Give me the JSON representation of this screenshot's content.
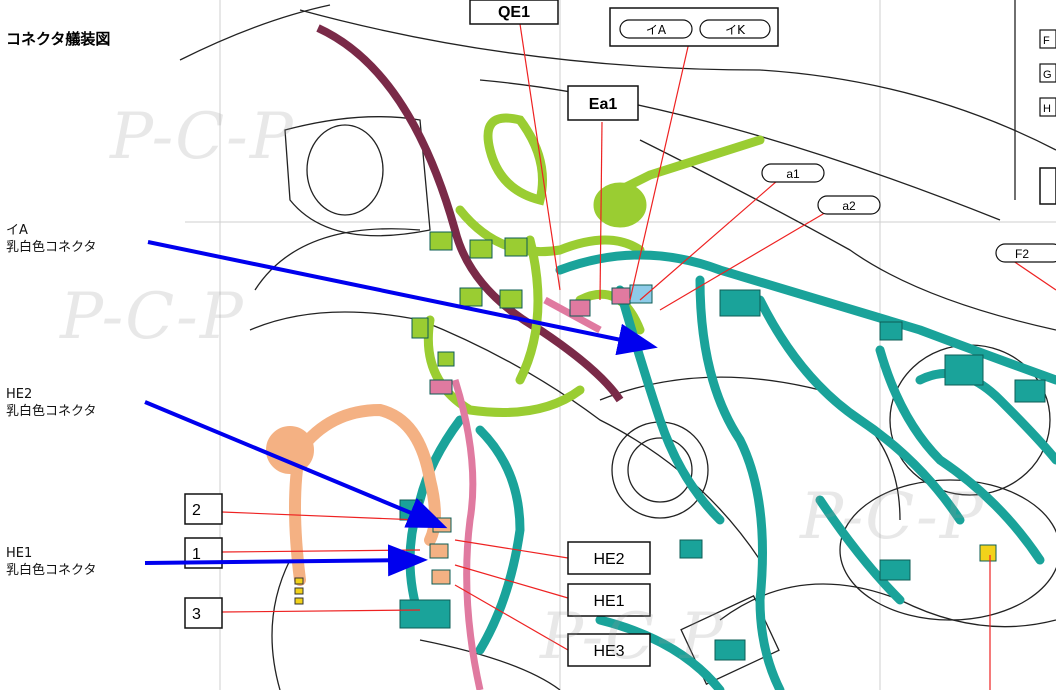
{
  "title": "コネクタ艤装図",
  "callouts": [
    {
      "name": "イA",
      "desc": "乳白色コネクタ"
    },
    {
      "name": "HE2",
      "desc": "乳白色コネクタ"
    },
    {
      "name": "HE1",
      "desc": "乳白色コネクタ"
    }
  ],
  "diagram_labels": {
    "qe1": "QE1",
    "ia": "イA",
    "ik": "イK",
    "ea1": "Ea1",
    "a1": "a1",
    "a2": "a2",
    "f2": "F2",
    "he2": "HE2",
    "he1": "HE1",
    "he3": "HE3",
    "left2": "2",
    "left1": "1",
    "left3": "3",
    "side_f": "F",
    "side_g": "G",
    "side_h": "H"
  },
  "watermark": "P-C-P",
  "colors": {
    "harness_teal": "#1aa39a",
    "harness_green": "#9acd32",
    "harness_orange": "#f4b183",
    "harness_pink": "#e07aa0",
    "harness_purple": "#7a2a48",
    "arrow_blue": "#0000ee",
    "leader_red": "#ee2222"
  }
}
